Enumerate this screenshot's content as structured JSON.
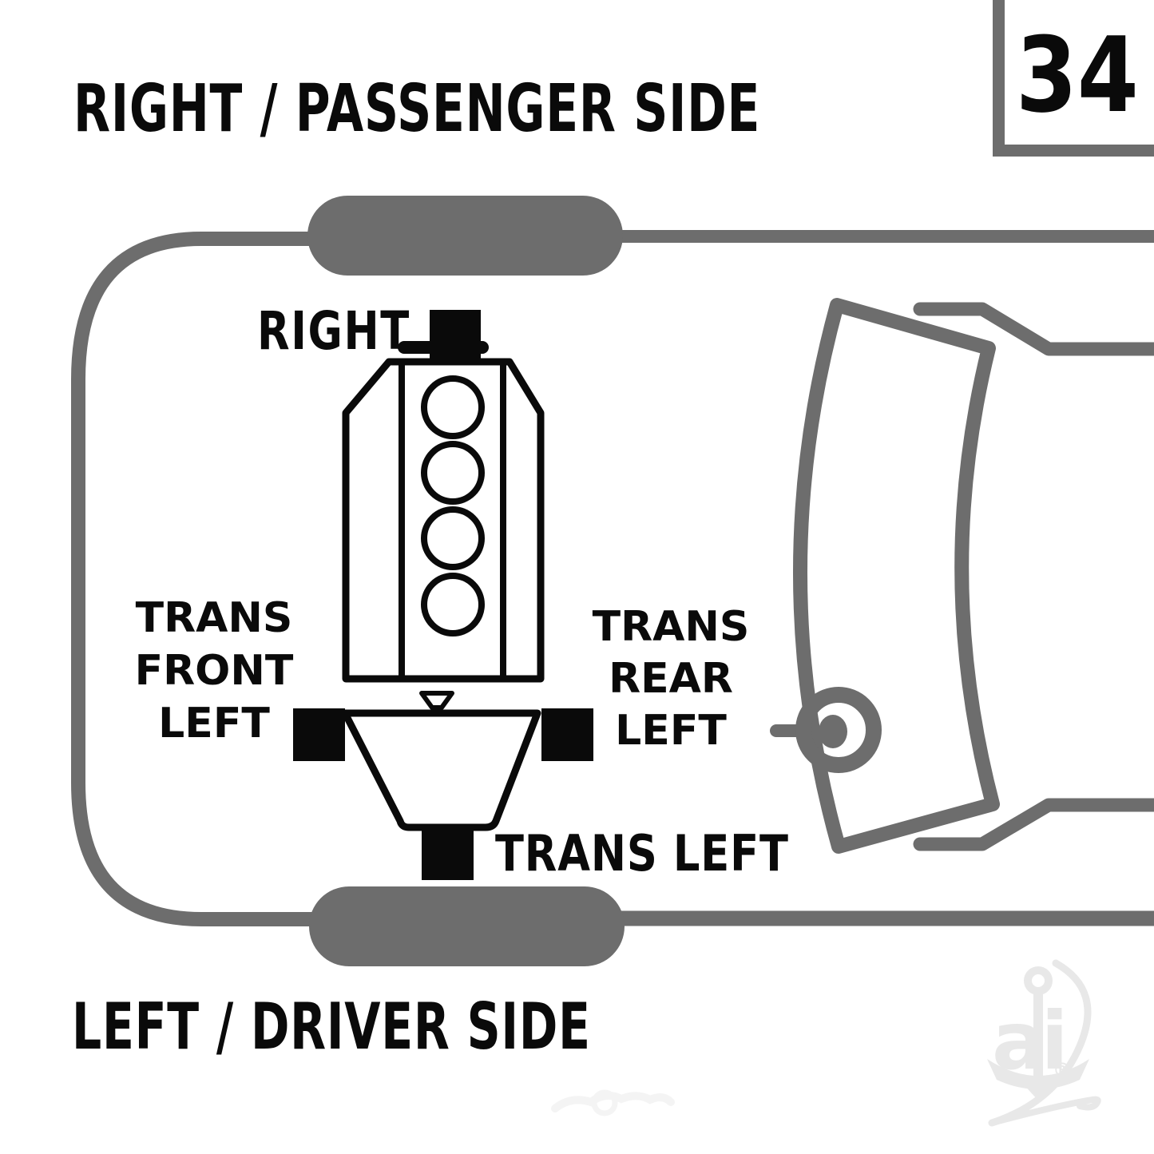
{
  "header": {
    "title": "RIGHT / PASSENGER SIDE",
    "page_number": "34"
  },
  "footer": {
    "title": "LEFT / DRIVER SIDE"
  },
  "diagram": {
    "labels": {
      "engine_right_mount": "RIGHT",
      "trans_front_left": "TRANS\nFRONT\nLEFT",
      "trans_rear_left": "TRANS\nREAR\nLEFT",
      "trans_left": "TRANS LEFT"
    },
    "colors": {
      "car_line_gray": "#6d6d6d",
      "mount_black": "#0a0a0a",
      "anchor_watermark_gray": "#e8e8e8",
      "faint_watermark_gray": "#f4f4f4",
      "background": "#ffffff"
    }
  }
}
